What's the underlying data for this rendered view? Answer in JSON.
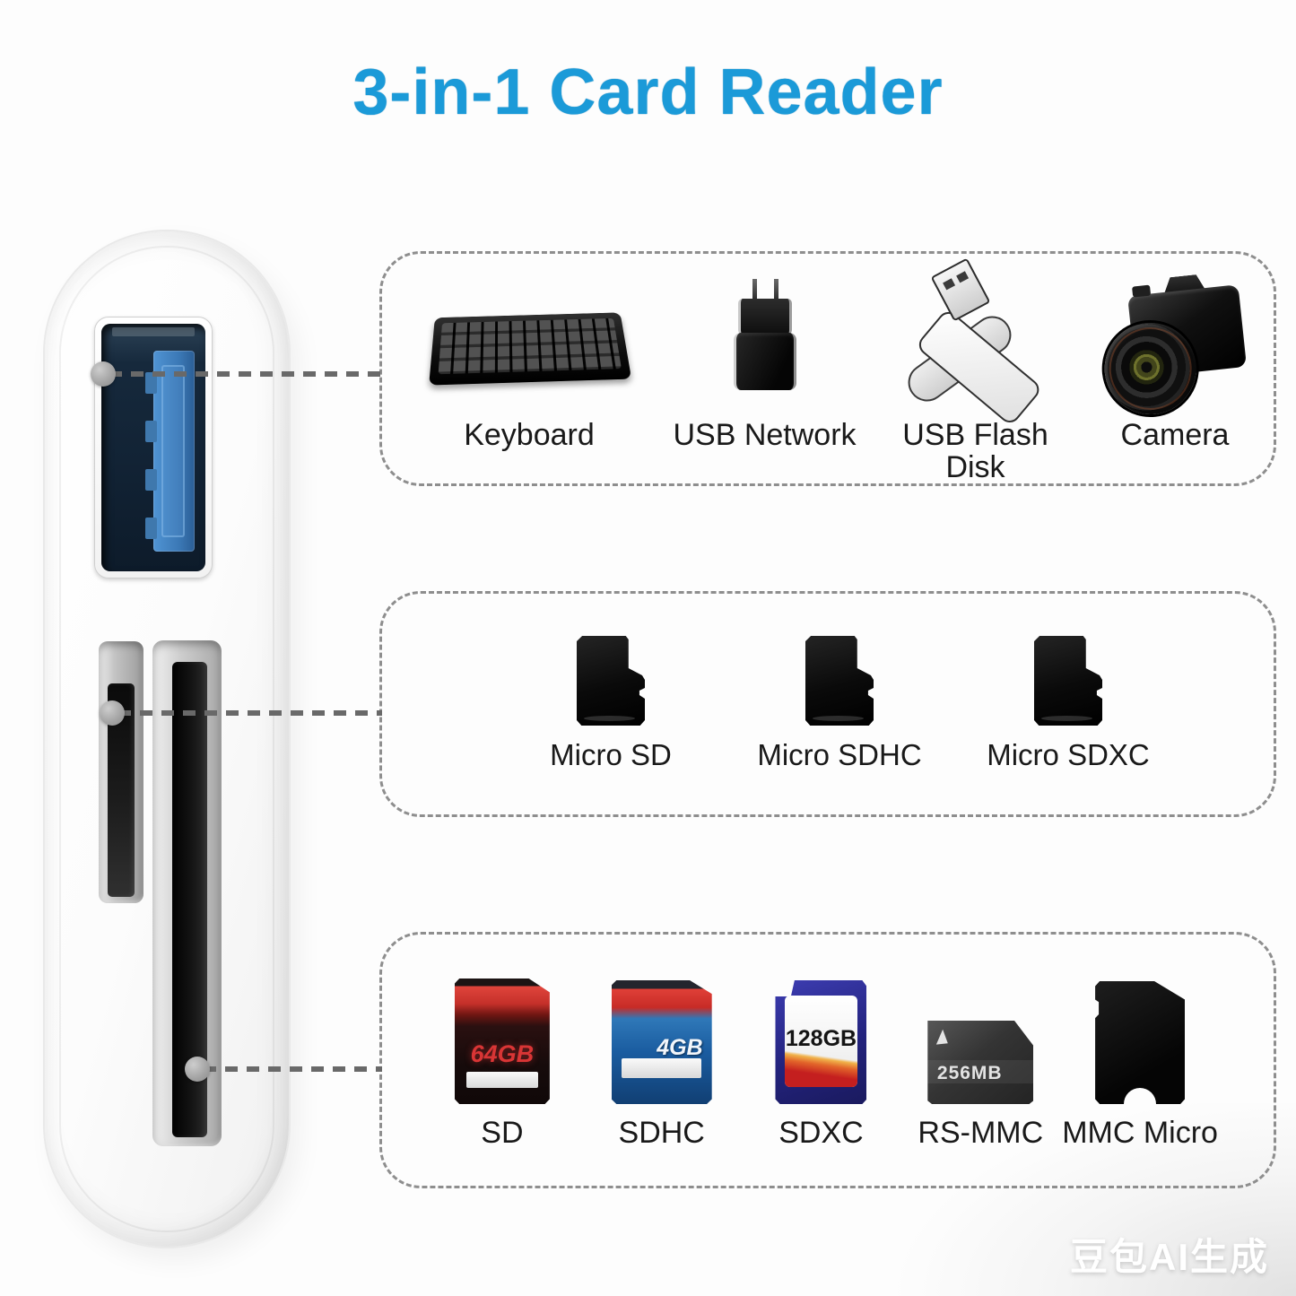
{
  "page": {
    "title": "3-in-1 Card Reader",
    "watermark": "豆包AI生成"
  },
  "colors": {
    "title_blue": "#1b9ad8",
    "usb_tongue_blue": "#3f86c9",
    "usb_cavity_navy": "#16293c",
    "leader_line_gray": "#696969",
    "box_border_gray": "#8e8e8e",
    "label_black": "#191919",
    "background": "#fdfdfd"
  },
  "device": {
    "name": "3-in-1 card reader",
    "ports": [
      {
        "name": "usb-a-port"
      },
      {
        "name": "micro-sd-slot"
      },
      {
        "name": "sd-card-slot"
      }
    ]
  },
  "groups": [
    {
      "name": "usb-devices",
      "items": [
        {
          "label": "Keyboard",
          "icon": "keyboard-image"
        },
        {
          "label": "USB Network",
          "icon": "usb-network-adapter-image"
        },
        {
          "label": "USB Flash Disk",
          "icon": "usb-flash-disk-image"
        },
        {
          "label": "Camera",
          "icon": "camera-image"
        }
      ]
    },
    {
      "name": "micro-sd-cards",
      "items": [
        {
          "label": "Micro SD",
          "icon": "micro-sd-card-image"
        },
        {
          "label": "Micro SDHC",
          "icon": "micro-sd-card-image"
        },
        {
          "label": "Micro SDXC",
          "icon": "micro-sd-card-image"
        }
      ]
    },
    {
      "name": "sd-cards",
      "items": [
        {
          "label": "SD",
          "capacity": "64GB",
          "icon": "sd-card-image"
        },
        {
          "label": "SDHC",
          "capacity": "4GB",
          "icon": "sdhc-card-image"
        },
        {
          "label": "SDXC",
          "capacity": "128GB",
          "icon": "sdxc-card-image"
        },
        {
          "label": "RS-MMC",
          "capacity": "256MB",
          "icon": "rs-mmc-card-image"
        },
        {
          "label": "MMC Micro",
          "icon": "mmc-micro-card-image"
        }
      ]
    }
  ]
}
